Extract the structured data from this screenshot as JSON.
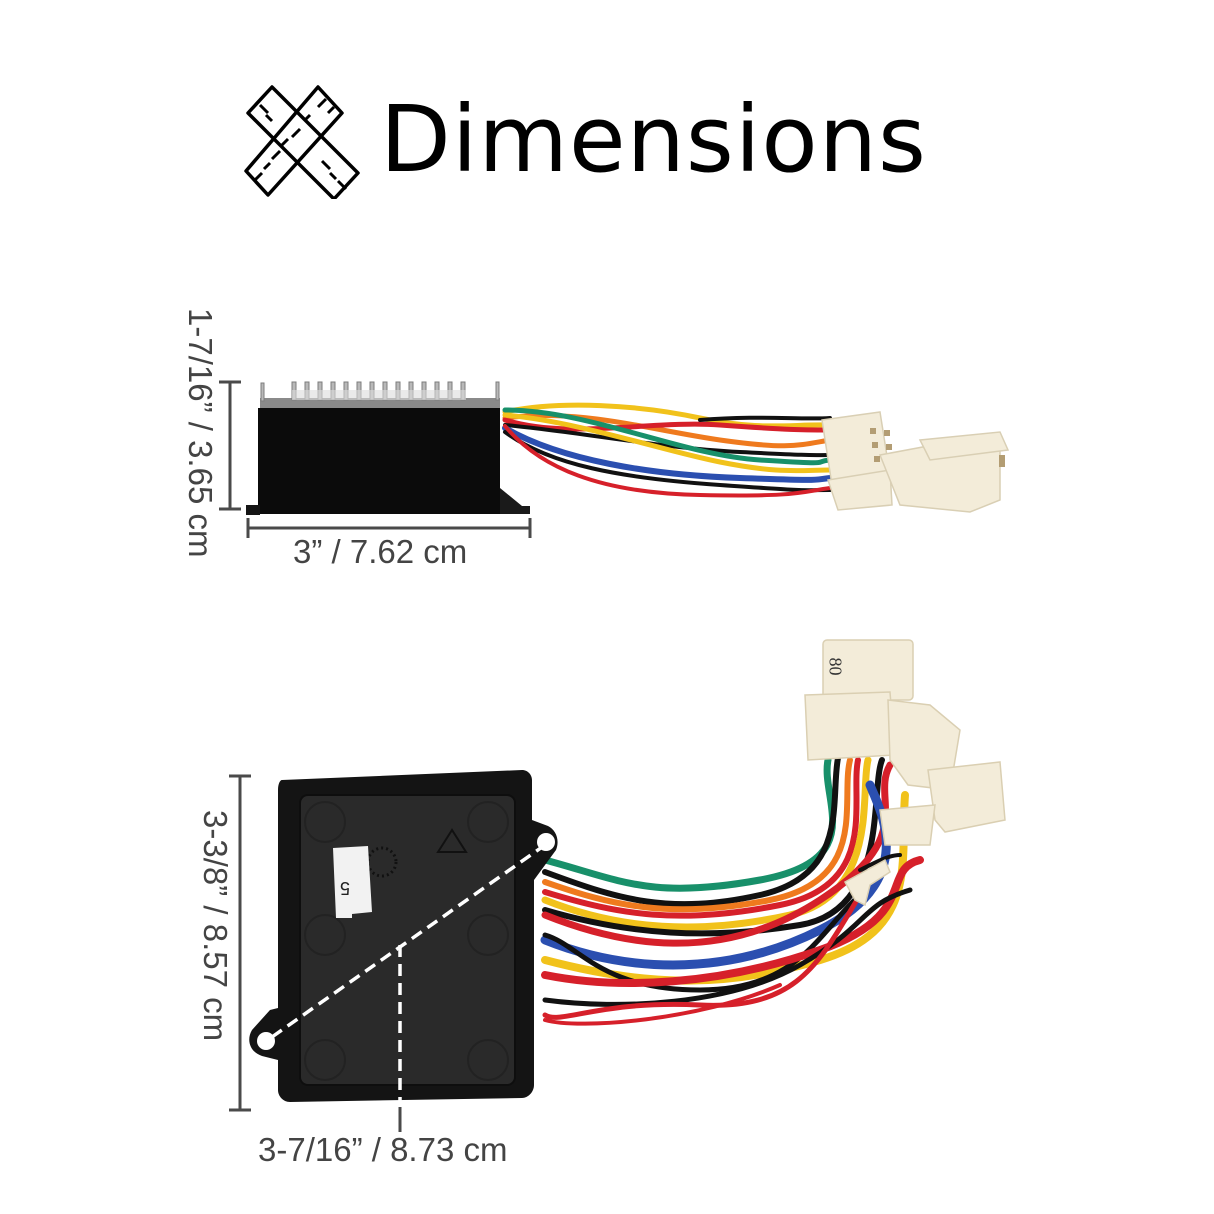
{
  "header": {
    "icon": "crossed-rulers-icon",
    "title": "Dimensions"
  },
  "top_view": {
    "description": "Side view of controller with aluminum heatsink fins and wire harness",
    "height_label": "1-7/16” / 3.65 cm",
    "width_label": "3” / 7.62 cm"
  },
  "bottom_view": {
    "description": "Top view of black controller housing with mounting tabs, label sticker and wire harness with three connectors",
    "height_label": "3-3/8” / 8.57 cm",
    "width_label": "3-7/16” / 8.73 cm",
    "sticker_text": "5",
    "connector_text": "80"
  },
  "colors": {
    "dimension_line": "#4a4a4a",
    "label_text": "#444444",
    "housing": "#0d0d0d",
    "connector": "#f3ecd9",
    "wire_red": "#d6202a",
    "wire_green": "#18906a",
    "wire_yellow": "#f1c21b",
    "wire_blue": "#2b4fb0",
    "wire_orange": "#ef7a1e",
    "wire_black": "#111111"
  }
}
